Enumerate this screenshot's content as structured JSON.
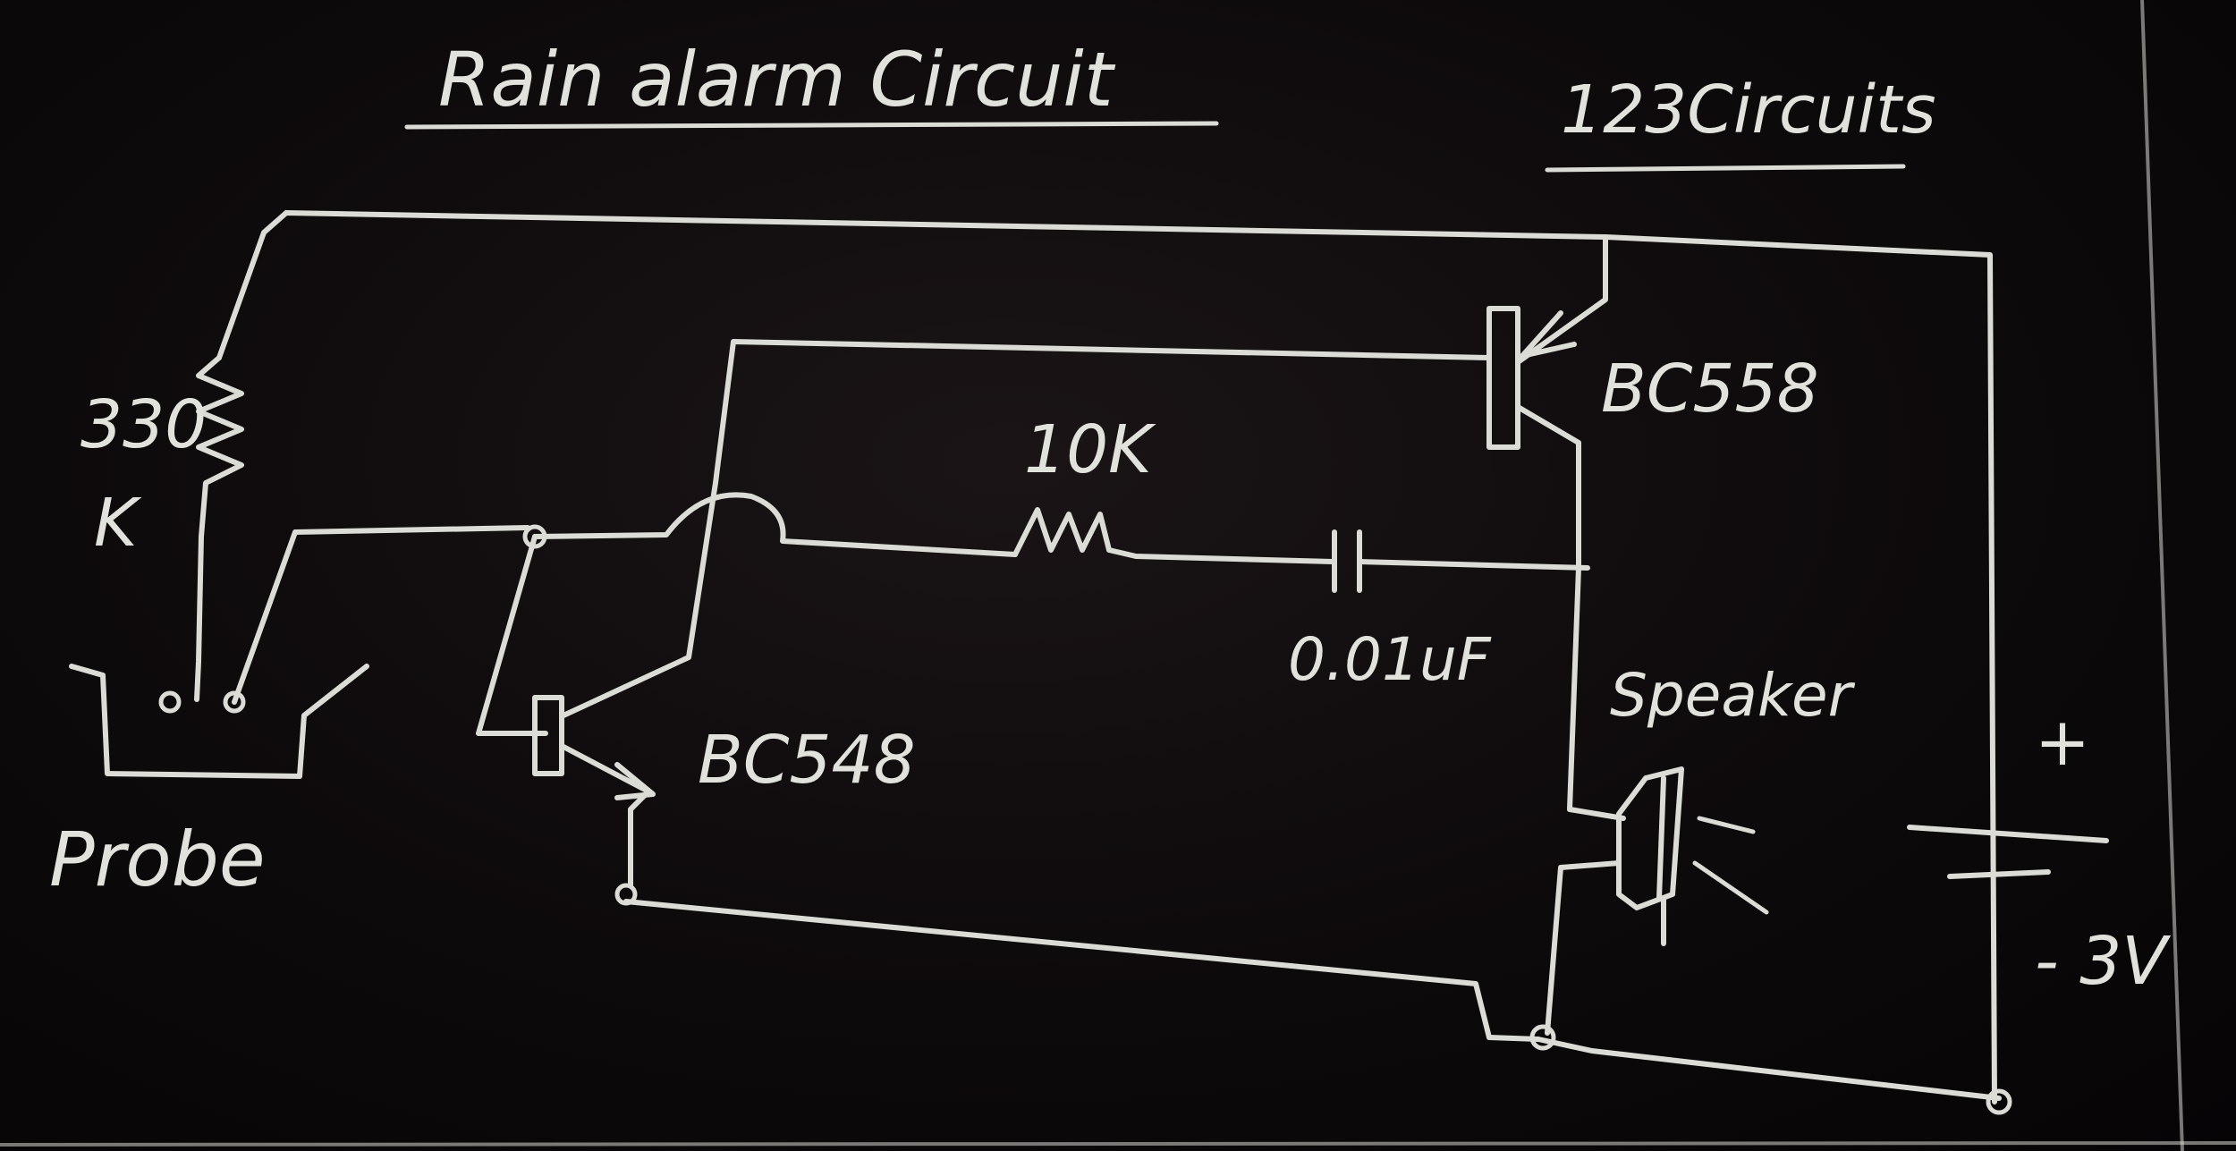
{
  "diagram": {
    "title": "Rain alarm Circuit",
    "watermark": "123Circuits",
    "labels": {
      "r1_value": "330",
      "r1_unit": "K",
      "r2": "10K",
      "capacitor": "0.01uF",
      "q1": "BC548",
      "q2": "BC558",
      "speaker": "Speaker",
      "probe": "Probe",
      "battery_plus": "+",
      "battery_voltage": "- 3V"
    }
  },
  "colors": {
    "chalk": "#dcdcd6",
    "board": "#0b0809"
  }
}
